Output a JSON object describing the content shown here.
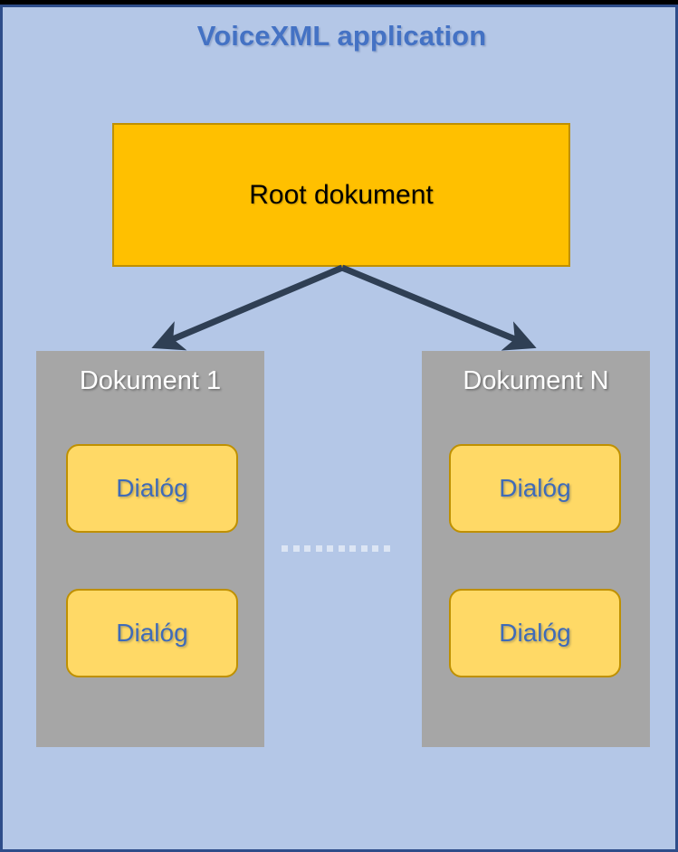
{
  "slide": {
    "title": "VoiceXML application",
    "background_color": "#B4C7E7",
    "border_color": "#2E4D8A",
    "title_color": "#4472C4"
  },
  "root_document": {
    "label": "Root dokument",
    "fill_color": "#FFC000",
    "border_color": "#BF9000",
    "text_color": "#000000"
  },
  "documents": [
    {
      "title": "Dokument 1",
      "fill_color": "#A6A6A6",
      "title_color": "#FFFFFF",
      "dialogs": [
        {
          "label": "Dialóg"
        },
        {
          "label": "Dialóg"
        }
      ]
    },
    {
      "title": "Dokument N",
      "fill_color": "#A6A6A6",
      "title_color": "#FFFFFF",
      "dialogs": [
        {
          "label": "Dialóg"
        },
        {
          "label": "Dialóg"
        }
      ]
    }
  ],
  "dialog_style": {
    "fill_color": "#FFD966",
    "border_color": "#BF9000",
    "text_color": "#3F6BB8"
  },
  "ellipsis": {
    "dot_count": 10,
    "dot_color": "#DCE5F4",
    "meaning": "documents continue between Dokument 1 and Dokument N"
  },
  "connectors": {
    "color": "#2F3F54",
    "arrows": [
      {
        "from": "root-document",
        "to": "Dokument 1"
      },
      {
        "from": "root-document",
        "to": "Dokument N"
      }
    ]
  }
}
